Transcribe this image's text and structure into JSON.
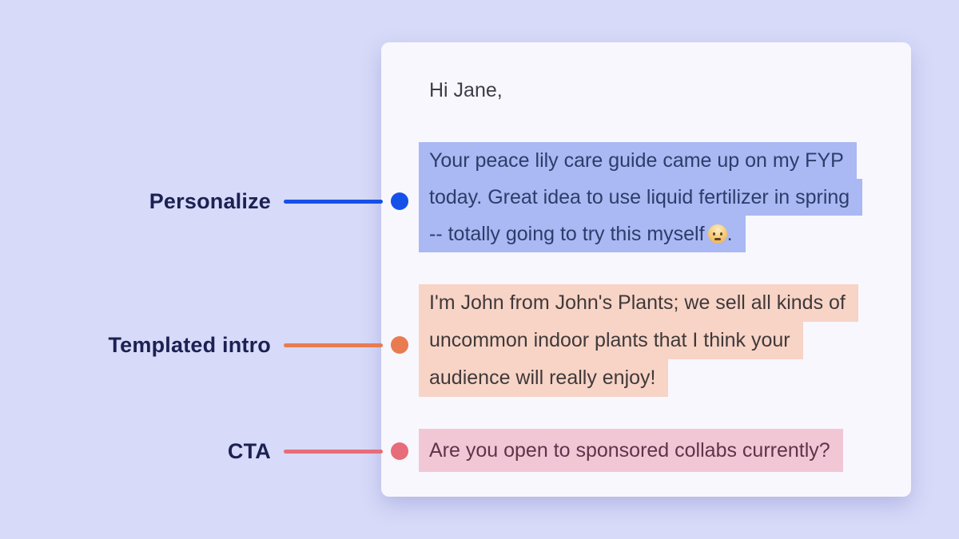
{
  "colors": {
    "background": "#d7daf8",
    "card": "#f8f7fd",
    "greeting_text": "#3e3e49",
    "personalize_highlight": "#aab8f3",
    "personalize_text": "#2e3c6b",
    "intro_highlight": "#f7d4c6",
    "intro_text": "#40393a",
    "cta_highlight": "#f2c7d5",
    "cta_text": "#5f3349",
    "personalize_accent": "#1551e8",
    "intro_accent": "#e87b50",
    "cta_accent": "#e66d79",
    "label_text": "#1b2153"
  },
  "message": {
    "greeting": "Hi Jane,",
    "personalize": {
      "lines": [
        "Your peace lily care guide came up on my FYP",
        "today. Great idea to use liquid fertilizer in spring",
        "-- totally going to try this myself"
      ],
      "emoji": "slightly-smiling-face",
      "line3_suffix": "."
    },
    "templated_intro": {
      "lines": [
        "I'm John from John's Plants; we sell all kinds of",
        "uncommon indoor plants that I think your",
        "audience will really enjoy!"
      ]
    },
    "cta": {
      "lines": [
        "Are you open to sponsored collabs currently?"
      ]
    }
  },
  "annotations": [
    {
      "label": "Personalize",
      "color": "#1551e8"
    },
    {
      "label": "Templated intro",
      "color": "#e87b50"
    },
    {
      "label": "CTA",
      "color": "#e66d79"
    }
  ]
}
